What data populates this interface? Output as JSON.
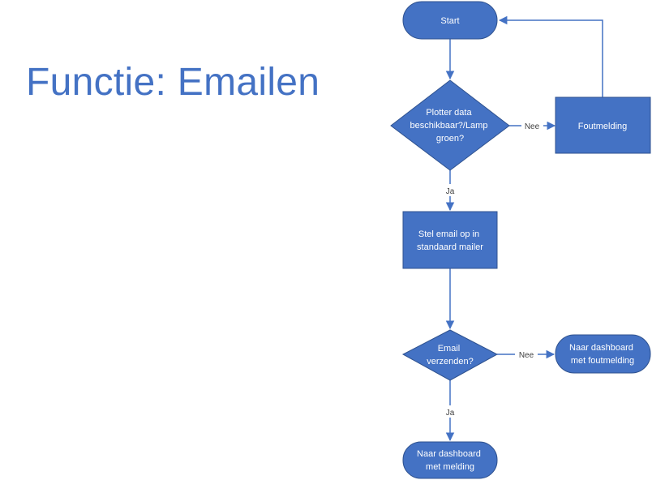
{
  "page_title": "Functie: Emailen",
  "colors": {
    "node_fill": "#4472c4",
    "node_stroke": "#2f528f",
    "edge": "#4472c4",
    "title": "#4472c4"
  },
  "nodes": {
    "start": [
      "Start"
    ],
    "plotter_check": [
      "Plotter data",
      "beschikbaar?/Lamp",
      "groen?"
    ],
    "foutmelding": [
      "Foutmelding"
    ],
    "stel_email_op": [
      "Stel email op in",
      "standaard mailer"
    ],
    "email_verzenden": [
      "Email",
      "verzenden?"
    ],
    "dashboard_foutmelding": [
      "Naar dashboard",
      "met foutmelding"
    ],
    "dashboard_melding": [
      "Naar dashboard",
      "met melding"
    ]
  },
  "edges": {
    "plotter_nee": "Nee",
    "plotter_ja": "Ja",
    "email_nee": "Nee",
    "email_ja": "Ja"
  }
}
